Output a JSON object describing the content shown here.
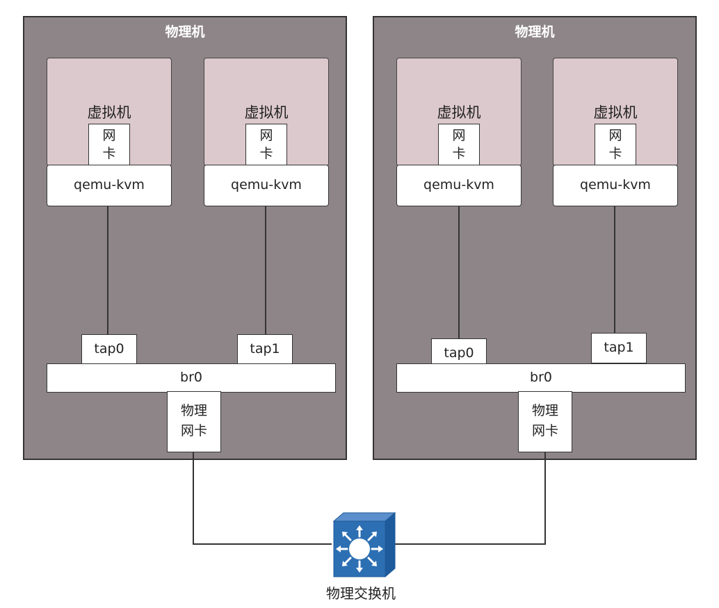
{
  "hosts": [
    {
      "title": "物理机",
      "vms": [
        {
          "title": "虚拟机",
          "nic": "网\n卡",
          "qemu": "qemu-kvm",
          "tap": "tap0"
        },
        {
          "title": "虚拟机",
          "nic": "网\n卡",
          "qemu": "qemu-kvm",
          "tap": "tap1"
        }
      ],
      "bridge": "br0",
      "physical_nic": "物理\n网卡"
    },
    {
      "title": "物理机",
      "vms": [
        {
          "title": "虚拟机",
          "nic": "网\n卡",
          "qemu": "qemu-kvm",
          "tap": "tap0"
        },
        {
          "title": "虚拟机",
          "nic": "网\n卡",
          "qemu": "qemu-kvm",
          "tap": "tap1"
        }
      ],
      "bridge": "br0",
      "physical_nic": "物理\n网卡"
    }
  ],
  "switch": {
    "label": "物理交换机",
    "icon": "network-switch-icon",
    "color": "#2c6fb3"
  },
  "colors": {
    "host_bg": "#8e8589",
    "vm_bg": "#dcc9cd"
  }
}
